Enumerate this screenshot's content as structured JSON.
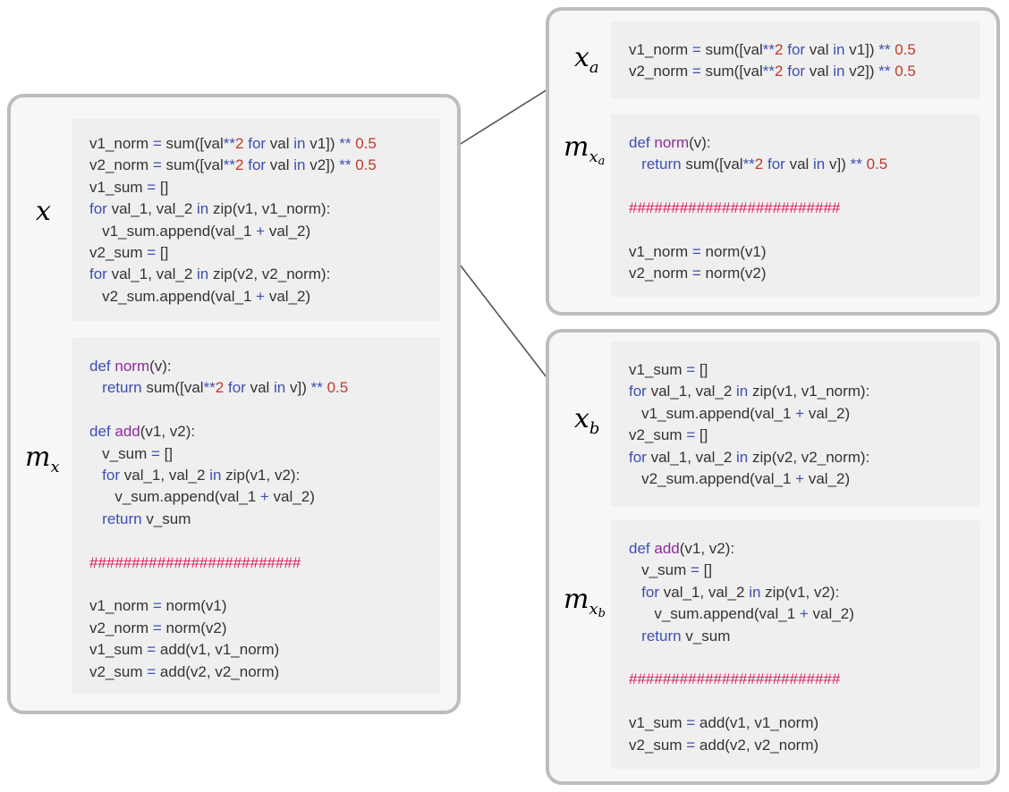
{
  "labels": {
    "x": {
      "base": "x",
      "sub": ""
    },
    "m_x": {
      "base": "m",
      "sub": "x"
    },
    "x_a": {
      "base": "x",
      "sub": "a"
    },
    "m_x_a": {
      "base": "m",
      "sub": "x",
      "subsub": "a"
    },
    "x_b": {
      "base": "x",
      "sub": "b"
    },
    "m_x_b": {
      "base": "m",
      "sub": "x",
      "subsub": "b"
    }
  },
  "code": {
    "x": [
      [
        [
          "v1_norm ",
          ""
        ],
        [
          "=",
          "op"
        ],
        [
          " sum([val",
          ""
        ],
        [
          "**",
          "op"
        ],
        [
          "2",
          "num"
        ],
        [
          " ",
          ""
        ],
        [
          "for",
          "kw"
        ],
        [
          " val ",
          ""
        ],
        [
          "in",
          "kw"
        ],
        [
          " v1]) ",
          ""
        ],
        [
          "**",
          "op"
        ],
        [
          " ",
          ""
        ],
        [
          "0.5",
          "num"
        ]
      ],
      [
        [
          "v2_norm ",
          ""
        ],
        [
          "=",
          "op"
        ],
        [
          " sum([val",
          ""
        ],
        [
          "**",
          "op"
        ],
        [
          "2",
          "num"
        ],
        [
          " ",
          ""
        ],
        [
          "for",
          "kw"
        ],
        [
          " val ",
          ""
        ],
        [
          "in",
          "kw"
        ],
        [
          " v2]) ",
          ""
        ],
        [
          "**",
          "op"
        ],
        [
          " ",
          ""
        ],
        [
          "0.5",
          "num"
        ]
      ],
      [
        [
          "v1_sum ",
          ""
        ],
        [
          "=",
          "op"
        ],
        [
          " []",
          ""
        ]
      ],
      [
        [
          "for",
          "kw"
        ],
        [
          " val_1, val_2 ",
          ""
        ],
        [
          "in",
          "kw"
        ],
        [
          " zip(v1, v1_norm):",
          ""
        ]
      ],
      [
        [
          "   v1_sum.append(val_1 ",
          ""
        ],
        [
          "+",
          "op"
        ],
        [
          " val_2)",
          ""
        ]
      ],
      [
        [
          "v2_sum ",
          ""
        ],
        [
          "=",
          "op"
        ],
        [
          " []",
          ""
        ]
      ],
      [
        [
          "for",
          "kw"
        ],
        [
          " val_1, val_2 ",
          ""
        ],
        [
          "in",
          "kw"
        ],
        [
          " zip(v2, v2_norm):",
          ""
        ]
      ],
      [
        [
          "   v2_sum.append(val_1 ",
          ""
        ],
        [
          "+",
          "op"
        ],
        [
          " val_2)",
          ""
        ]
      ]
    ],
    "m_x": [
      [
        [
          "def",
          "kw"
        ],
        [
          " ",
          ""
        ],
        [
          "norm",
          "fn"
        ],
        [
          "(v):",
          ""
        ]
      ],
      [
        [
          "   ",
          ""
        ],
        [
          "return",
          "kw"
        ],
        [
          " sum([val",
          ""
        ],
        [
          "**",
          "op"
        ],
        [
          "2",
          "num"
        ],
        [
          " ",
          ""
        ],
        [
          "for",
          "kw"
        ],
        [
          " val ",
          ""
        ],
        [
          "in",
          "kw"
        ],
        [
          " v]) ",
          ""
        ],
        [
          "**",
          "op"
        ],
        [
          " ",
          ""
        ],
        [
          "0.5",
          "num"
        ]
      ],
      [
        [
          "",
          ""
        ]
      ],
      [
        [
          "def",
          "kw"
        ],
        [
          " ",
          ""
        ],
        [
          "add",
          "fn"
        ],
        [
          "(v1, v2):",
          ""
        ]
      ],
      [
        [
          "   v_sum ",
          ""
        ],
        [
          "=",
          "op"
        ],
        [
          " []",
          ""
        ]
      ],
      [
        [
          "   ",
          ""
        ],
        [
          "for",
          "kw"
        ],
        [
          " val_1, val_2 ",
          ""
        ],
        [
          "in",
          "kw"
        ],
        [
          " zip(v1, v2):",
          ""
        ]
      ],
      [
        [
          "      v_sum.append(val_1 ",
          ""
        ],
        [
          "+",
          "op"
        ],
        [
          " val_2)",
          ""
        ]
      ],
      [
        [
          "   ",
          ""
        ],
        [
          "return",
          "kw"
        ],
        [
          " v_sum",
          ""
        ]
      ],
      [
        [
          "",
          ""
        ]
      ],
      [
        [
          "#########################",
          "hash"
        ]
      ],
      [
        [
          "",
          ""
        ]
      ],
      [
        [
          "v1_norm ",
          ""
        ],
        [
          "=",
          "op"
        ],
        [
          " norm(v1)",
          ""
        ]
      ],
      [
        [
          "v2_norm ",
          ""
        ],
        [
          "=",
          "op"
        ],
        [
          " norm(v2)",
          ""
        ]
      ],
      [
        [
          "v1_sum ",
          ""
        ],
        [
          "=",
          "op"
        ],
        [
          " add(v1, v1_norm)",
          ""
        ]
      ],
      [
        [
          "v2_sum ",
          ""
        ],
        [
          "=",
          "op"
        ],
        [
          " add(v2, v2_norm)",
          ""
        ]
      ]
    ],
    "x_a": [
      [
        [
          "v1_norm ",
          ""
        ],
        [
          "=",
          "op"
        ],
        [
          " sum([val",
          ""
        ],
        [
          "**",
          "op"
        ],
        [
          "2",
          "num"
        ],
        [
          " ",
          ""
        ],
        [
          "for",
          "kw"
        ],
        [
          " val ",
          ""
        ],
        [
          "in",
          "kw"
        ],
        [
          " v1]) ",
          ""
        ],
        [
          "**",
          "op"
        ],
        [
          " ",
          ""
        ],
        [
          "0.5",
          "num"
        ]
      ],
      [
        [
          "v2_norm ",
          ""
        ],
        [
          "=",
          "op"
        ],
        [
          " sum([val",
          ""
        ],
        [
          "**",
          "op"
        ],
        [
          "2",
          "num"
        ],
        [
          " ",
          ""
        ],
        [
          "for",
          "kw"
        ],
        [
          " val ",
          ""
        ],
        [
          "in",
          "kw"
        ],
        [
          " v2]) ",
          ""
        ],
        [
          "**",
          "op"
        ],
        [
          " ",
          ""
        ],
        [
          "0.5",
          "num"
        ]
      ]
    ],
    "m_x_a": [
      [
        [
          "def",
          "kw"
        ],
        [
          " ",
          ""
        ],
        [
          "norm",
          "fn"
        ],
        [
          "(v):",
          ""
        ]
      ],
      [
        [
          "   ",
          ""
        ],
        [
          "return",
          "kw"
        ],
        [
          " sum([val",
          ""
        ],
        [
          "**",
          "op"
        ],
        [
          "2",
          "num"
        ],
        [
          " ",
          ""
        ],
        [
          "for",
          "kw"
        ],
        [
          " val ",
          ""
        ],
        [
          "in",
          "kw"
        ],
        [
          " v]) ",
          ""
        ],
        [
          "**",
          "op"
        ],
        [
          " ",
          ""
        ],
        [
          "0.5",
          "num"
        ]
      ],
      [
        [
          "",
          ""
        ]
      ],
      [
        [
          "#########################",
          "hash"
        ]
      ],
      [
        [
          "",
          ""
        ]
      ],
      [
        [
          "v1_norm ",
          ""
        ],
        [
          "=",
          "op"
        ],
        [
          " norm(v1)",
          ""
        ]
      ],
      [
        [
          "v2_norm ",
          ""
        ],
        [
          "=",
          "op"
        ],
        [
          " norm(v2)",
          ""
        ]
      ]
    ],
    "x_b": [
      [
        [
          "v1_sum ",
          ""
        ],
        [
          "=",
          "op"
        ],
        [
          " []",
          ""
        ]
      ],
      [
        [
          "for",
          "kw"
        ],
        [
          " val_1, val_2 ",
          ""
        ],
        [
          "in",
          "kw"
        ],
        [
          " zip(v1, v1_norm):",
          ""
        ]
      ],
      [
        [
          "   v1_sum.append(val_1 ",
          ""
        ],
        [
          "+",
          "op"
        ],
        [
          " val_2)",
          ""
        ]
      ],
      [
        [
          "v2_sum ",
          ""
        ],
        [
          "=",
          "op"
        ],
        [
          " []",
          ""
        ]
      ],
      [
        [
          "for",
          "kw"
        ],
        [
          " val_1, val_2 ",
          ""
        ],
        [
          "in",
          "kw"
        ],
        [
          " zip(v2, v2_norm):",
          ""
        ]
      ],
      [
        [
          "   v2_sum.append(val_1 ",
          ""
        ],
        [
          "+",
          "op"
        ],
        [
          " val_2)",
          ""
        ]
      ]
    ],
    "m_x_b": [
      [
        [
          "def",
          "kw"
        ],
        [
          " ",
          ""
        ],
        [
          "add",
          "fn"
        ],
        [
          "(v1, v2):",
          ""
        ]
      ],
      [
        [
          "   v_sum ",
          ""
        ],
        [
          "=",
          "op"
        ],
        [
          " []",
          ""
        ]
      ],
      [
        [
          "   ",
          ""
        ],
        [
          "for",
          "kw"
        ],
        [
          " val_1, val_2 ",
          ""
        ],
        [
          "in",
          "kw"
        ],
        [
          " zip(v1, v2):",
          ""
        ]
      ],
      [
        [
          "      v_sum.append(val_1 ",
          ""
        ],
        [
          "+",
          "op"
        ],
        [
          " val_2)",
          ""
        ]
      ],
      [
        [
          "   ",
          ""
        ],
        [
          "return",
          "kw"
        ],
        [
          " v_sum",
          ""
        ]
      ],
      [
        [
          "",
          ""
        ]
      ],
      [
        [
          "#########################",
          "hash"
        ]
      ],
      [
        [
          "",
          ""
        ]
      ],
      [
        [
          "v1_sum ",
          ""
        ],
        [
          "=",
          "op"
        ],
        [
          " add(v1, v1_norm)",
          ""
        ]
      ],
      [
        [
          "v2_sum ",
          ""
        ],
        [
          "=",
          "op"
        ],
        [
          " add(v2, v2_norm)",
          ""
        ]
      ]
    ]
  },
  "colors": {
    "keyword": "#3d4fb0",
    "number": "#c0392b",
    "function": "#8e2a9c",
    "separator": "#d81b60",
    "text": "#333333",
    "panel_border": "#bdbdbd"
  }
}
